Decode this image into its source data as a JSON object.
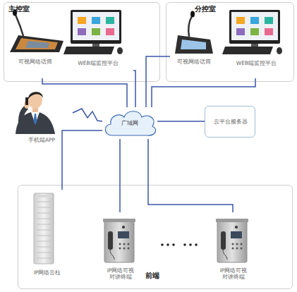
{
  "diagram": {
    "nodes": [
      {
        "text": [
          "主控室"
        ]
      },
      {
        "text": [
          "可视网络话筒"
        ],
        "in": 0
      },
      {
        "text": [
          "WEB端监控平台"
        ],
        "in": 0
      },
      {
        "text": [
          "分控室"
        ]
      },
      {
        "text": [
          "可视网络话筒"
        ],
        "in": 3
      },
      {
        "text": [
          "WEB端监控平台"
        ],
        "in": 3
      },
      {
        "text": [
          "手机端APP"
        ]
      },
      {
        "text": [
          "广域网"
        ]
      },
      {
        "text": [
          "云平台服务器"
        ]
      },
      {
        "text": [
          "前端"
        ]
      },
      {
        "text": [
          "IP网络音柱"
        ],
        "in": 9
      },
      {
        "text": [
          "IP网络可视 对讲终端"
        ],
        "in": 9
      },
      {
        "text": [
          "IP网络可视 对讲终端"
        ],
        "in": 9
      }
    ],
    "edges": [
      {
        "from": 1,
        "to": 7,
        "arrow": "none"
      },
      {
        "from": 2,
        "to": 7,
        "arrow": "none"
      },
      {
        "from": 4,
        "to": 7,
        "arrow": "none"
      },
      {
        "from": 5,
        "to": 7,
        "arrow": "none"
      },
      {
        "from": 6,
        "to": 7,
        "arrow": "none"
      },
      {
        "from": 8,
        "to": 7,
        "arrow": "none"
      },
      {
        "from": 10,
        "to": 7,
        "arrow": "none"
      },
      {
        "from": 11,
        "to": 7,
        "arrow": "none"
      },
      {
        "from": 12,
        "to": 7,
        "arrow": "none"
      }
    ]
  }
}
